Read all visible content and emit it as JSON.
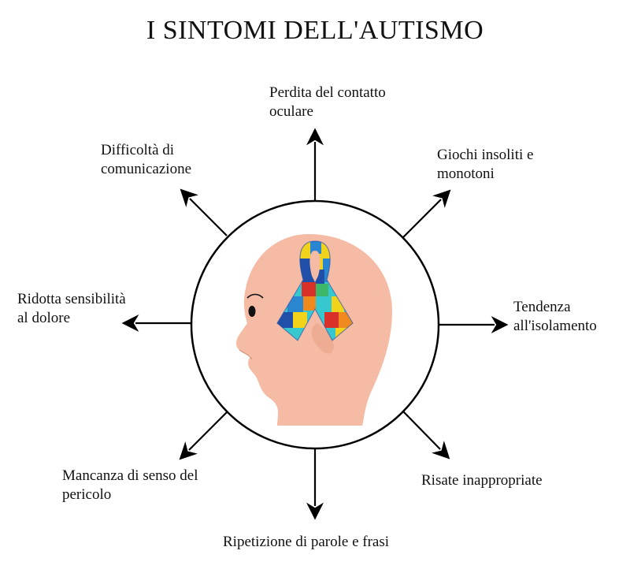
{
  "title": "I SINTOMI DELL'AUTISMO",
  "symptoms": {
    "top": {
      "lines": [
        "Perdita del contatto",
        "oculare"
      ]
    },
    "top_right": {
      "lines": [
        "Giochi insoliti e",
        "monotoni"
      ]
    },
    "right": {
      "lines": [
        "Tendenza",
        "all'isolamento"
      ]
    },
    "bottom_right": {
      "lines": [
        "Risate inappropriate"
      ]
    },
    "bottom": {
      "lines": [
        "Ripetizione di parole e frasi"
      ]
    },
    "bottom_left": {
      "lines": [
        "Mancanza di senso del",
        "pericolo"
      ]
    },
    "left": {
      "lines": [
        "Ridotta sensibilità",
        "al dolore"
      ]
    },
    "top_left": {
      "lines": [
        "Difficoltà di",
        "comunicazione"
      ]
    }
  },
  "colors": {
    "skin": "#F5BBA4",
    "skin_shadow": "#EBA58C",
    "outline": "#000000",
    "ribbon_colors": [
      "#F2D31B",
      "#2B86D1",
      "#1F4FA8",
      "#D9302A",
      "#3DB86A",
      "#F08A1E",
      "#37C7CF"
    ]
  },
  "icons": {
    "head": "child-head-profile",
    "ribbon": "autism-awareness-puzzle-ribbon"
  }
}
